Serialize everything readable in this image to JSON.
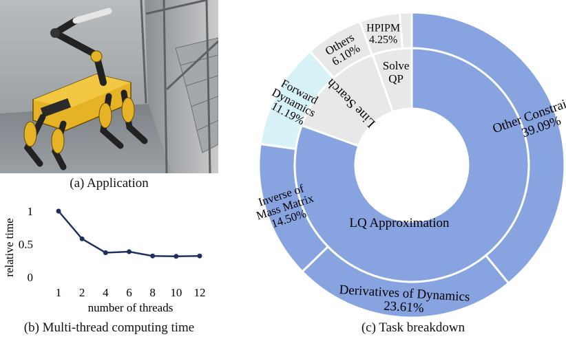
{
  "figure": {
    "caption_a": "(a) Application",
    "caption_b": "(b) Multi-thread computing time",
    "caption_c": "(c) Task breakdown"
  },
  "chart_data": [
    {
      "type": "line",
      "x": [
        1,
        2,
        4,
        6,
        8,
        10,
        12
      ],
      "categories": [
        "1",
        "2",
        "4",
        "6",
        "8",
        "10",
        "12"
      ],
      "y": [
        1.0,
        0.58,
        0.37,
        0.385,
        0.32,
        0.315,
        0.32
      ],
      "xlabel": "number of threads",
      "ylabel": "relative time",
      "ylim": [
        0,
        1
      ],
      "yticks": [
        "0",
        "0.5",
        "1"
      ],
      "grid": false,
      "color": "#1f2f5e"
    },
    {
      "type": "pie",
      "style": "sunburst",
      "inner_ring": [
        {
          "label": "LQ Approximation",
          "value": 77.2,
          "color": "#87a4e0"
        },
        {
          "label": "Line Search",
          "value": 13.5,
          "color": "#e8e8e8"
        },
        {
          "label": "Solve QP",
          "value": 5.2,
          "color": "#e8e8e8"
        }
      ],
      "outer_ring": [
        {
          "lines": [
            "Other Constraints",
            "39.09%"
          ],
          "value": 39.09,
          "color": "#87a4e0"
        },
        {
          "lines": [
            "Derivatives of Dynamics",
            "23.61%"
          ],
          "value": 23.61,
          "color": "#87a4e0"
        },
        {
          "lines": [
            "Inverse of",
            "Mass Matrix",
            "14.50%"
          ],
          "value": 14.5,
          "color": "#87a4e0"
        },
        {
          "lines": [
            "Forward",
            "Dynamics",
            "11.19%"
          ],
          "value": 11.19,
          "color": "#d8f3f7"
        },
        {
          "lines": [
            "Others",
            "6.10%"
          ],
          "value": 6.1,
          "color": "#e8e8e8"
        },
        {
          "lines": [
            "HPIPM",
            "4.25%"
          ],
          "value": 4.25,
          "color": "#e8e8e8"
        },
        {
          "lines": [],
          "value": 1.26,
          "color": "#e8e8e8"
        }
      ]
    }
  ]
}
